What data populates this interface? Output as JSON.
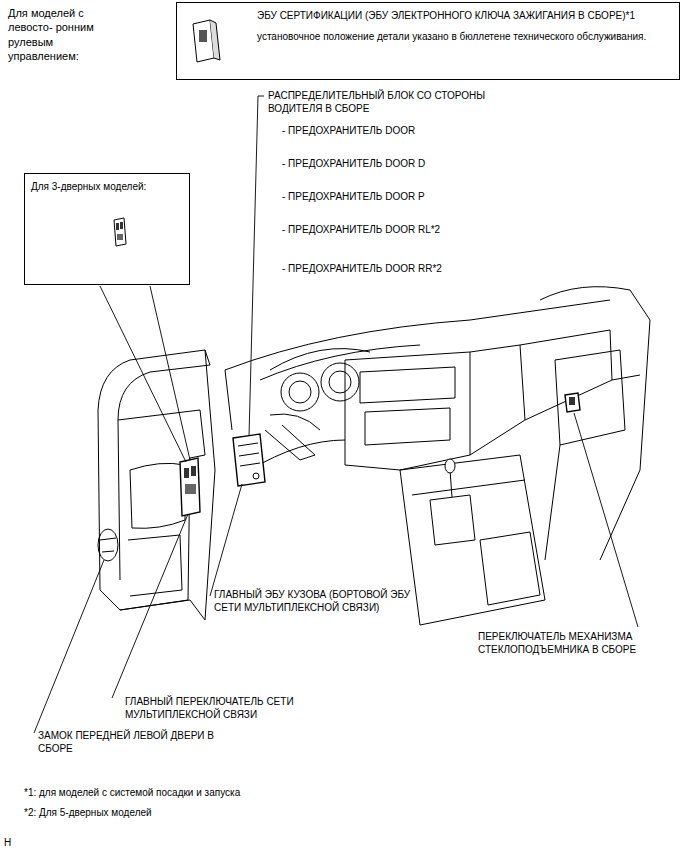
{
  "diagram": {
    "title": "Для моделей с левосто- ронним рулевым управлением:",
    "nodes": [
      {
        "text": [
          "ЭБУ СЕРТИФИКАЦИИ (ЭБУ ЭЛЕКТРОННОГО КЛЮЧА ЗАЖИГАНИЯ В СБОРЕ)*1",
          "установочное положение детали указано в бюллетене технического обслуживания."
        ]
      },
      {
        "text": [
          "Для 3-дверных моделей:"
        ]
      }
    ],
    "labels": [
      "РАСПРЕДЕЛИТЕЛЬНЫЙ БЛОК СО СТОРОНЫ ВОДИТЕЛЯ В СБОРЕ",
      "- ПРЕДОХРАНИТЕЛЬ DOOR",
      "- ПРЕДОХРАНИТЕЛЬ DOOR D",
      "- ПРЕДОХРАНИТЕЛЬ DOOR P",
      "- ПРЕДОХРАНИТЕЛЬ DOOR RL*2",
      "- ПРЕДОХРАНИТЕЛЬ DOOR RR*2",
      "ГЛАВНЫЙ ЭБУ КУЗОВА (БОРТОВОЙ ЭБУ СЕТИ МУЛЬТИПЛЕКСНОЙ СВЯЗИ)",
      "ПЕРЕКЛЮЧАТЕЛЬ МЕХАНИЗМА СТЕКЛОПОДЪЕМНИКА В СБОРЕ",
      "ГЛАВНЫЙ ПЕРЕКЛЮЧАТЕЛЬ СЕТИ МУЛЬТИПЛЕКСНОЙ СВЯЗИ",
      "ЗАМОК ПЕРЕДНЕЙ ЛЕВОЙ ДВЕРИ В СБОРЕ",
      "*1: для моделей с системой посадки и запуска",
      "*2: Для 5-дверных моделей",
      "H"
    ]
  }
}
